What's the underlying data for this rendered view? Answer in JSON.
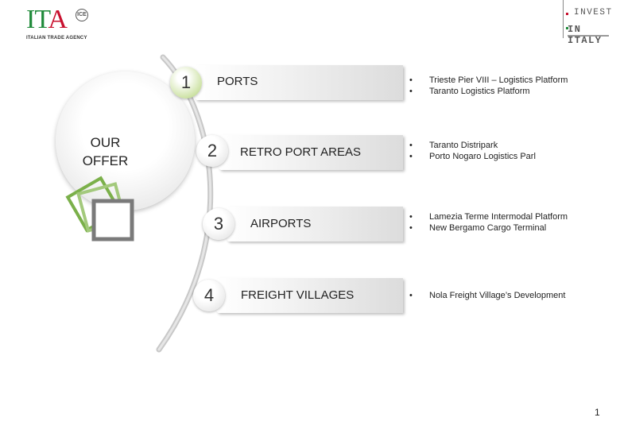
{
  "logos": {
    "ita_letters": [
      "I",
      "T",
      "A"
    ],
    "ita_mark": "ICE",
    "ita_subtitle": "ITALIAN TRADE AGENCY",
    "invest_line1": "INVEST",
    "invest_line2": "IN ITALY"
  },
  "offer_title": [
    "OUR",
    "OFFER"
  ],
  "items": [
    {
      "number": "1",
      "label": "PORTS",
      "bullets": [
        "Trieste Pier VIII – Logistics Platform",
        "Taranto Logistics Platform"
      ]
    },
    {
      "number": "2",
      "label": "RETRO PORT AREAS",
      "bullets": [
        "Taranto Distripark",
        "Porto Nogaro Logistics Parl"
      ]
    },
    {
      "number": "3",
      "label": "AIRPORTS",
      "bullets": [
        "Lamezia Terme Intermodal Platform",
        "New Bergamo Cargo Terminal"
      ]
    },
    {
      "number": "4",
      "label": "FREIGHT VILLAGES",
      "bullets": [
        "Nola Freight Village’s Development"
      ]
    }
  ],
  "bullet_glyph": "•",
  "page_number": "1",
  "colors": {
    "brand_green": "#1f8a3a",
    "brand_red": "#c8102e",
    "badge_green": "#a9c97a"
  }
}
